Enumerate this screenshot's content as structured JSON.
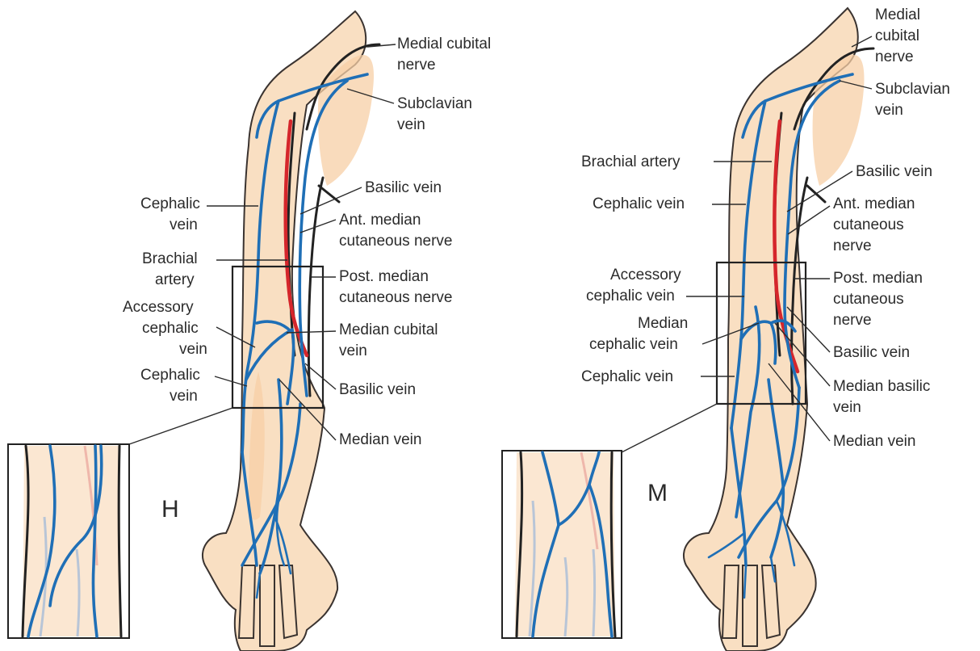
{
  "panel_h": {
    "letter": "H",
    "labels": {
      "medial_cubital_nerve_1": "Medial cubital",
      "medial_cubital_nerve_2": "nerve",
      "subclavian_1": "Subclavian",
      "subclavian_2": "vein",
      "basilic_top": "Basilic vein",
      "ant_median_1": "Ant. median",
      "ant_median_2": "cutaneous nerve",
      "cephalic_1": "Cephalic",
      "cephalic_2": "vein",
      "brachial_1": "Brachial",
      "brachial_2": "artery",
      "post_median_1": "Post. median",
      "post_median_2": "cutaneous nerve",
      "accessory_1": "Accessory",
      "accessory_2": "cephalic",
      "accessory_3": "vein",
      "median_cubital_1": "Median cubital",
      "median_cubital_2": "vein",
      "cephalic_low_1": "Cephalic",
      "cephalic_low_2": "vein",
      "basilic_low": "Basilic vein",
      "median_vein": "Median vein"
    }
  },
  "panel_m": {
    "letter": "M",
    "labels": {
      "medial_cubital_nerve_1": "Medial",
      "medial_cubital_nerve_2": "cubital",
      "medial_cubital_nerve_3": "nerve",
      "subclavian_1": "Subclavian",
      "subclavian_2": "vein",
      "brachial": "Brachial artery",
      "basilic_top": "Basilic vein",
      "cephalic": "Cephalic vein",
      "ant_median_1": "Ant. median",
      "ant_median_2": "cutaneous",
      "ant_median_3": "nerve",
      "accessory_1": "Accessory",
      "accessory_2": "cephalic vein",
      "post_median_1": "Post. median",
      "post_median_2": "cutaneous",
      "post_median_3": "nerve",
      "median_cephalic_1": "Median",
      "median_cephalic_2": "cephalic vein",
      "basilic_low": "Basilic vein",
      "cephalic_low": "Cephalic vein",
      "median_basilic_1": "Median basilic",
      "median_basilic_2": "vein",
      "median_vein": "Median vein"
    }
  },
  "colors": {
    "vein": "#1f6fb6",
    "artery": "#d5262b",
    "nerve": "#222222",
    "skin": "#f9dfc2"
  }
}
